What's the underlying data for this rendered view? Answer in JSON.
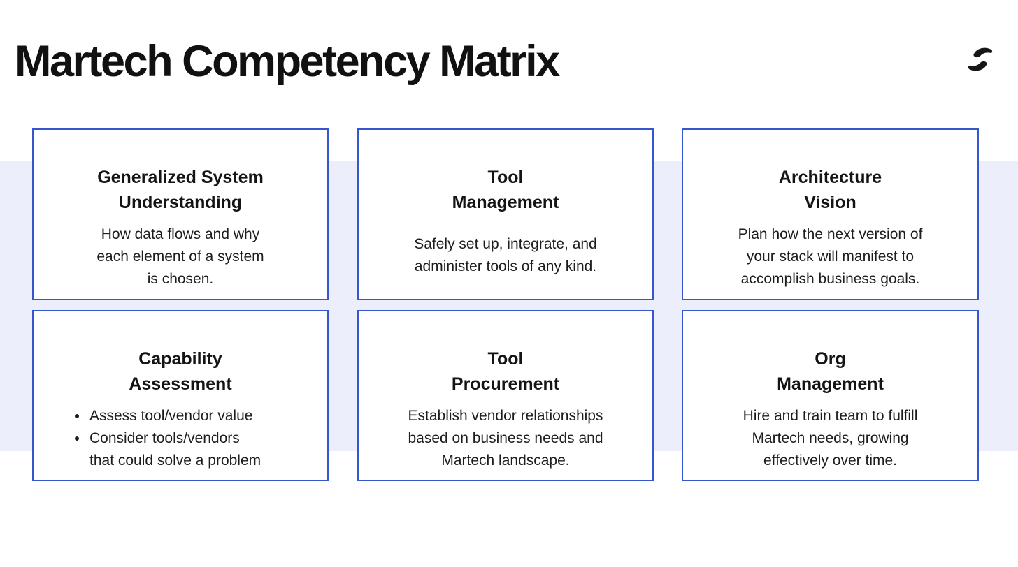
{
  "page": {
    "title": "Martech Competency Matrix"
  },
  "colors": {
    "card_border": "#3656CE",
    "band_background": "#ECEFFB",
    "logo": "#161616",
    "text": "#1d1d1d"
  },
  "logo": {
    "icon": "swoosh-mark-icon"
  },
  "cards": [
    {
      "title_lines": [
        "Generalized System",
        "Understanding"
      ],
      "body_lines": [
        "How data flows and why",
        "each element of a system",
        "is chosen."
      ]
    },
    {
      "title_lines": [
        "Tool",
        "Management"
      ],
      "body_lines": [
        "Safely set up, integrate, and",
        "administer tools of any kind."
      ]
    },
    {
      "title_lines": [
        "Architecture",
        "Vision"
      ],
      "body_lines": [
        "Plan how the next version of",
        "your stack will manifest to",
        "accomplish business goals."
      ]
    },
    {
      "title_lines": [
        "Capability",
        "Assessment"
      ],
      "bullets": [
        {
          "lines": [
            "Assess tool/vendor value"
          ]
        },
        {
          "lines": [
            "Consider tools/vendors",
            "that could solve a problem"
          ]
        }
      ]
    },
    {
      "title_lines": [
        "Tool",
        "Procurement"
      ],
      "body_lines": [
        "Establish vendor relationships",
        "based on business needs and",
        "Martech landscape."
      ]
    },
    {
      "title_lines": [
        "Org",
        "Management"
      ],
      "body_lines": [
        "Hire and train team to fulfill",
        "Martech needs, growing",
        "effectively over time."
      ]
    }
  ]
}
